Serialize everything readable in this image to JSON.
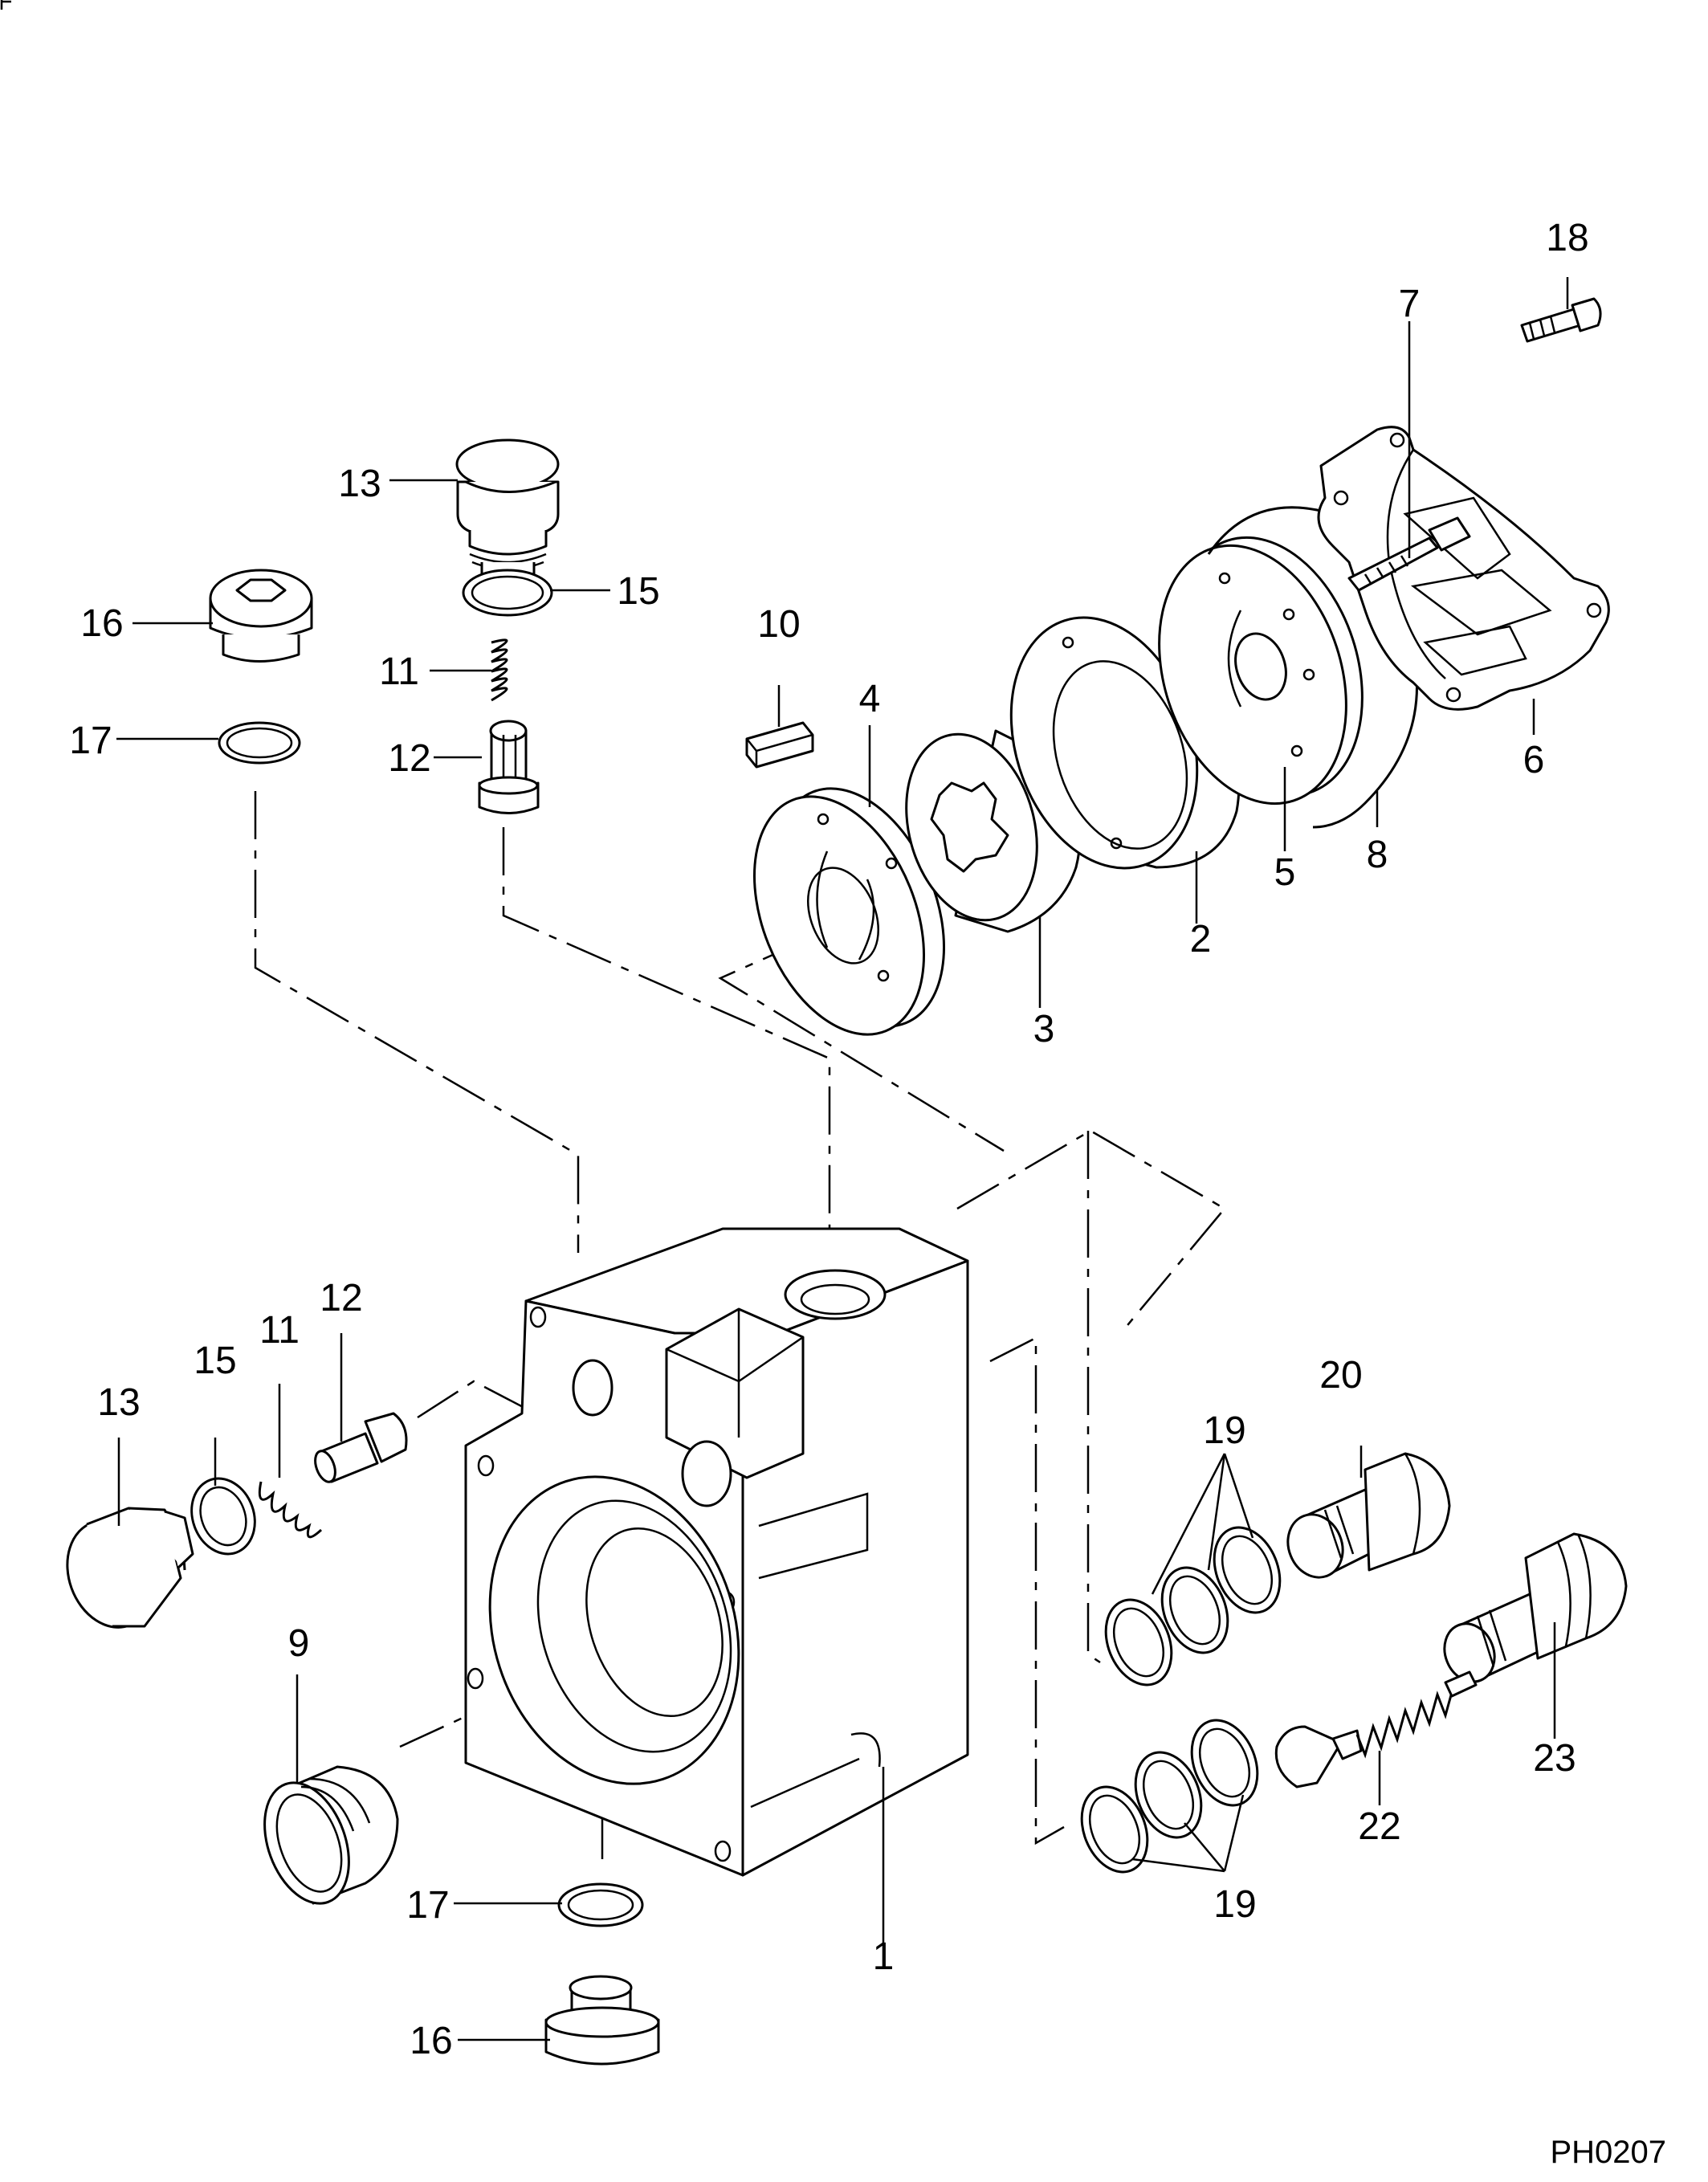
{
  "drawing_code": "PH0207",
  "labels": {
    "l1": "1",
    "l2": "2",
    "l3": "3",
    "l4": "4",
    "l5": "5",
    "l6": "6",
    "l7": "7",
    "l8": "8",
    "l9": "9",
    "l10": "10",
    "l11_top": "11",
    "l11_left": "11",
    "l12_top": "12",
    "l12_left": "12",
    "l13_top": "13",
    "l13_left": "13",
    "l15_top": "15",
    "l15_left": "15",
    "l16_top": "16",
    "l16_bottom": "16",
    "l17_top": "17",
    "l17_bottom": "17",
    "l18": "18",
    "l19_top": "19",
    "l19_bottom": "19",
    "l20": "20",
    "l22": "22",
    "l23": "23"
  }
}
